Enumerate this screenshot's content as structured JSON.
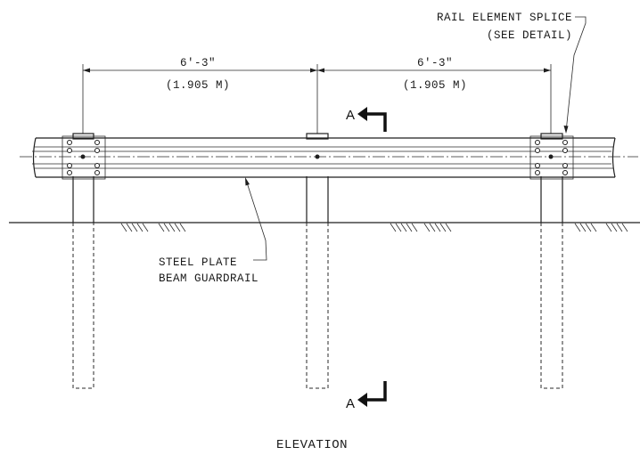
{
  "dimensions": {
    "left": {
      "imperial": "6'-3\"",
      "metric": "(1.905 M)"
    },
    "right": {
      "imperial": "6'-3\"",
      "metric": "(1.905 M)"
    }
  },
  "callouts": {
    "splice_line1": "RAIL ELEMENT SPLICE",
    "splice_line2": "(SEE DETAIL)",
    "guardrail_line1": "STEEL PLATE",
    "guardrail_line2": "BEAM GUARDRAIL"
  },
  "section": {
    "top": "A",
    "bottom": "A"
  },
  "view_title": "ELEVATION"
}
